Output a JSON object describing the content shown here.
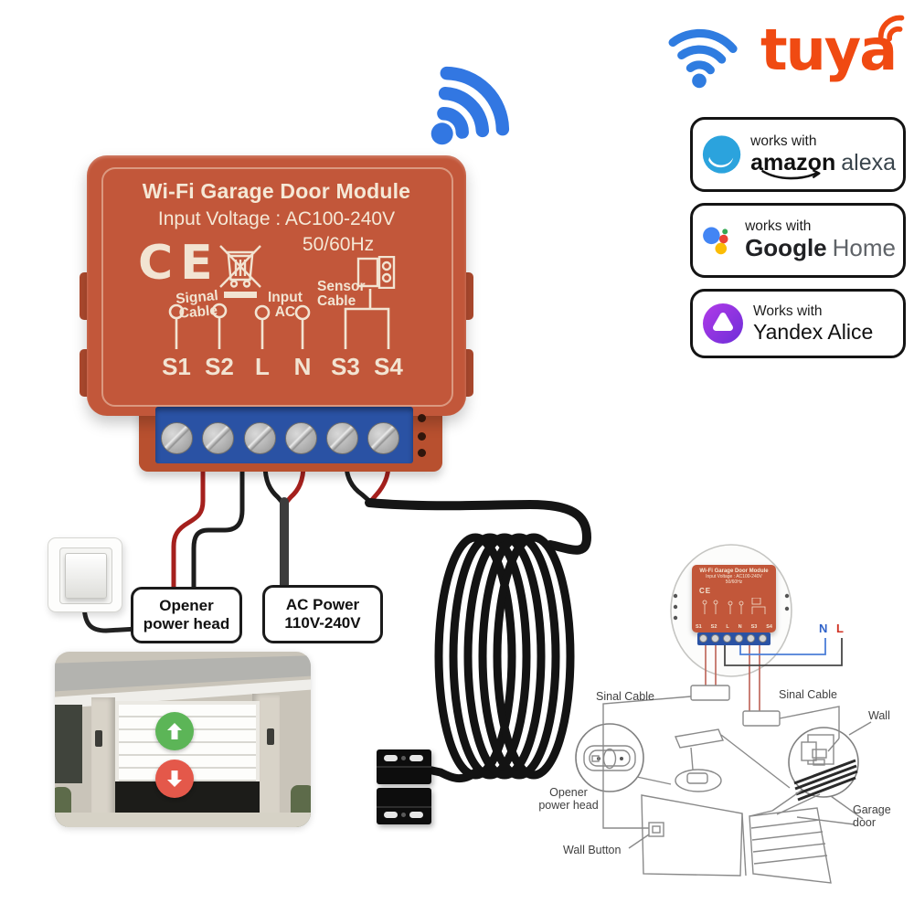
{
  "logos": {
    "tuya": "tuya",
    "wifi_icon": "wifi-signal"
  },
  "badges": {
    "alexa": {
      "prefix": "works with",
      "brand_bold": "amazon",
      "brand_light": "alexa"
    },
    "google": {
      "prefix": "works with",
      "brand_bold": "Google",
      "brand_light": "Home"
    },
    "yandex": {
      "prefix": "Works with",
      "brand": "Yandex Alice"
    }
  },
  "module": {
    "title": "Wi-Fi Garage Door Module",
    "input_voltage": "Input Voltage : AC100-240V",
    "frequency": "50/60Hz",
    "ce": "CE",
    "signal_cable": "Signal\nCable",
    "input_ac": "Input\nAC",
    "sensor_cable": "Sensor\nCable",
    "terminals": [
      "S1",
      "S2",
      "L",
      "N",
      "S3",
      "S4"
    ]
  },
  "callouts": {
    "opener": "Opener\npower head",
    "ac_power": "AC Power\n110V-240V"
  },
  "diagram": {
    "signal_cable_left": "Sinal Cable",
    "signal_cable_right": "Sinal Cable",
    "wall": "Wall",
    "neutral": "N",
    "live": "L",
    "opener": "Opener\npower head",
    "wall_button": "Wall Button",
    "garage_door": "Garage\ndoor"
  },
  "colors": {
    "module_body": "#c2573a",
    "terminal_strip": "#2a52a4",
    "wifi_blue": "#2f7ce0",
    "tuya_orange": "#f04a12",
    "arrow_up_green": "#5cb557",
    "arrow_down_red": "#e4584a",
    "wire_red": "#a5201d",
    "wire_black": "#1d1d1d",
    "diagram_gray": "#8a8a8a"
  }
}
